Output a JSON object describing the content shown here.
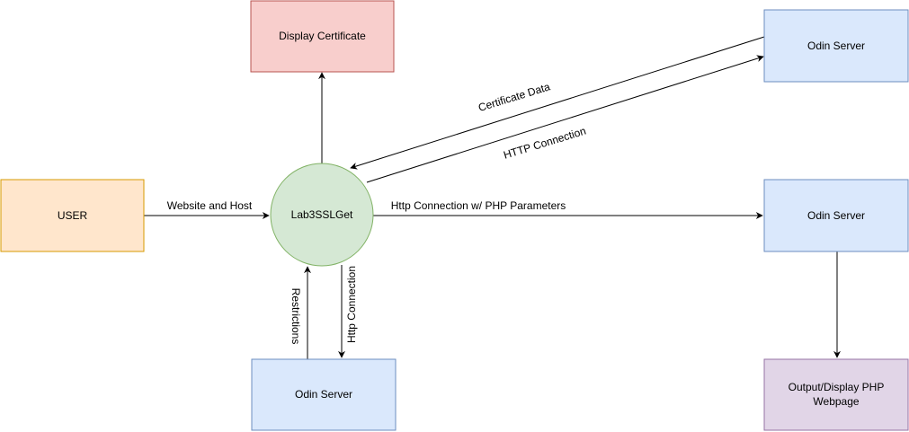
{
  "nodes": {
    "display_certificate": {
      "label": "Display Certificate",
      "fill": "#f8cecc",
      "stroke": "#b85450"
    },
    "user": {
      "label": "USER",
      "fill": "#ffe6cc",
      "stroke": "#d79b00"
    },
    "lab3sslget": {
      "label": "Lab3SSLGet",
      "fill": "#d5e8d4",
      "stroke": "#82b366"
    },
    "odin_server_top": {
      "label": "Odin Server",
      "fill": "#dae8fc",
      "stroke": "#6c8ebf"
    },
    "odin_server_middle": {
      "label": "Odin Server",
      "fill": "#dae8fc",
      "stroke": "#6c8ebf"
    },
    "odin_server_bottom": {
      "label": "Odin Server",
      "fill": "#dae8fc",
      "stroke": "#6c8ebf"
    },
    "output_display": {
      "label_line1": "Output/Display PHP",
      "label_line2": "Webpage",
      "fill": "#e1d5e7",
      "stroke": "#9673a6"
    }
  },
  "edges": {
    "website_and_host": "Website and Host",
    "certificate_data": "Certificate Data",
    "http_connection_upper": "HTTP Connection",
    "http_php_params": "Http Connection w/ PHP Parameters",
    "restrictions": "Restrictions",
    "http_connection_lower": "Http Connection"
  }
}
